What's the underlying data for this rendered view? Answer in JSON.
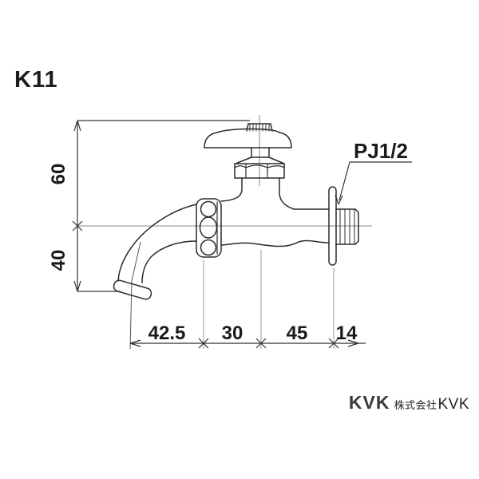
{
  "diagram": {
    "model_label": "K11",
    "connection_label": "PJ1/2",
    "vertical_dims": [
      {
        "label": "60"
      },
      {
        "label": "40"
      }
    ],
    "horizontal_dims": [
      {
        "label": "42.5"
      },
      {
        "label": "30"
      },
      {
        "label": "45"
      },
      {
        "label": "14"
      }
    ]
  },
  "footer": {
    "brand_logo": "KVK",
    "company_prefix": "株式会社",
    "company_suffix": "KVK"
  },
  "colors": {
    "outline": "#2b2b2b",
    "dimension": "#333333",
    "centerline": "#8a8a8a",
    "extension": "#999999",
    "text": "#1a1a1a",
    "brand": "#3a3a3a",
    "background": "#ffffff"
  }
}
